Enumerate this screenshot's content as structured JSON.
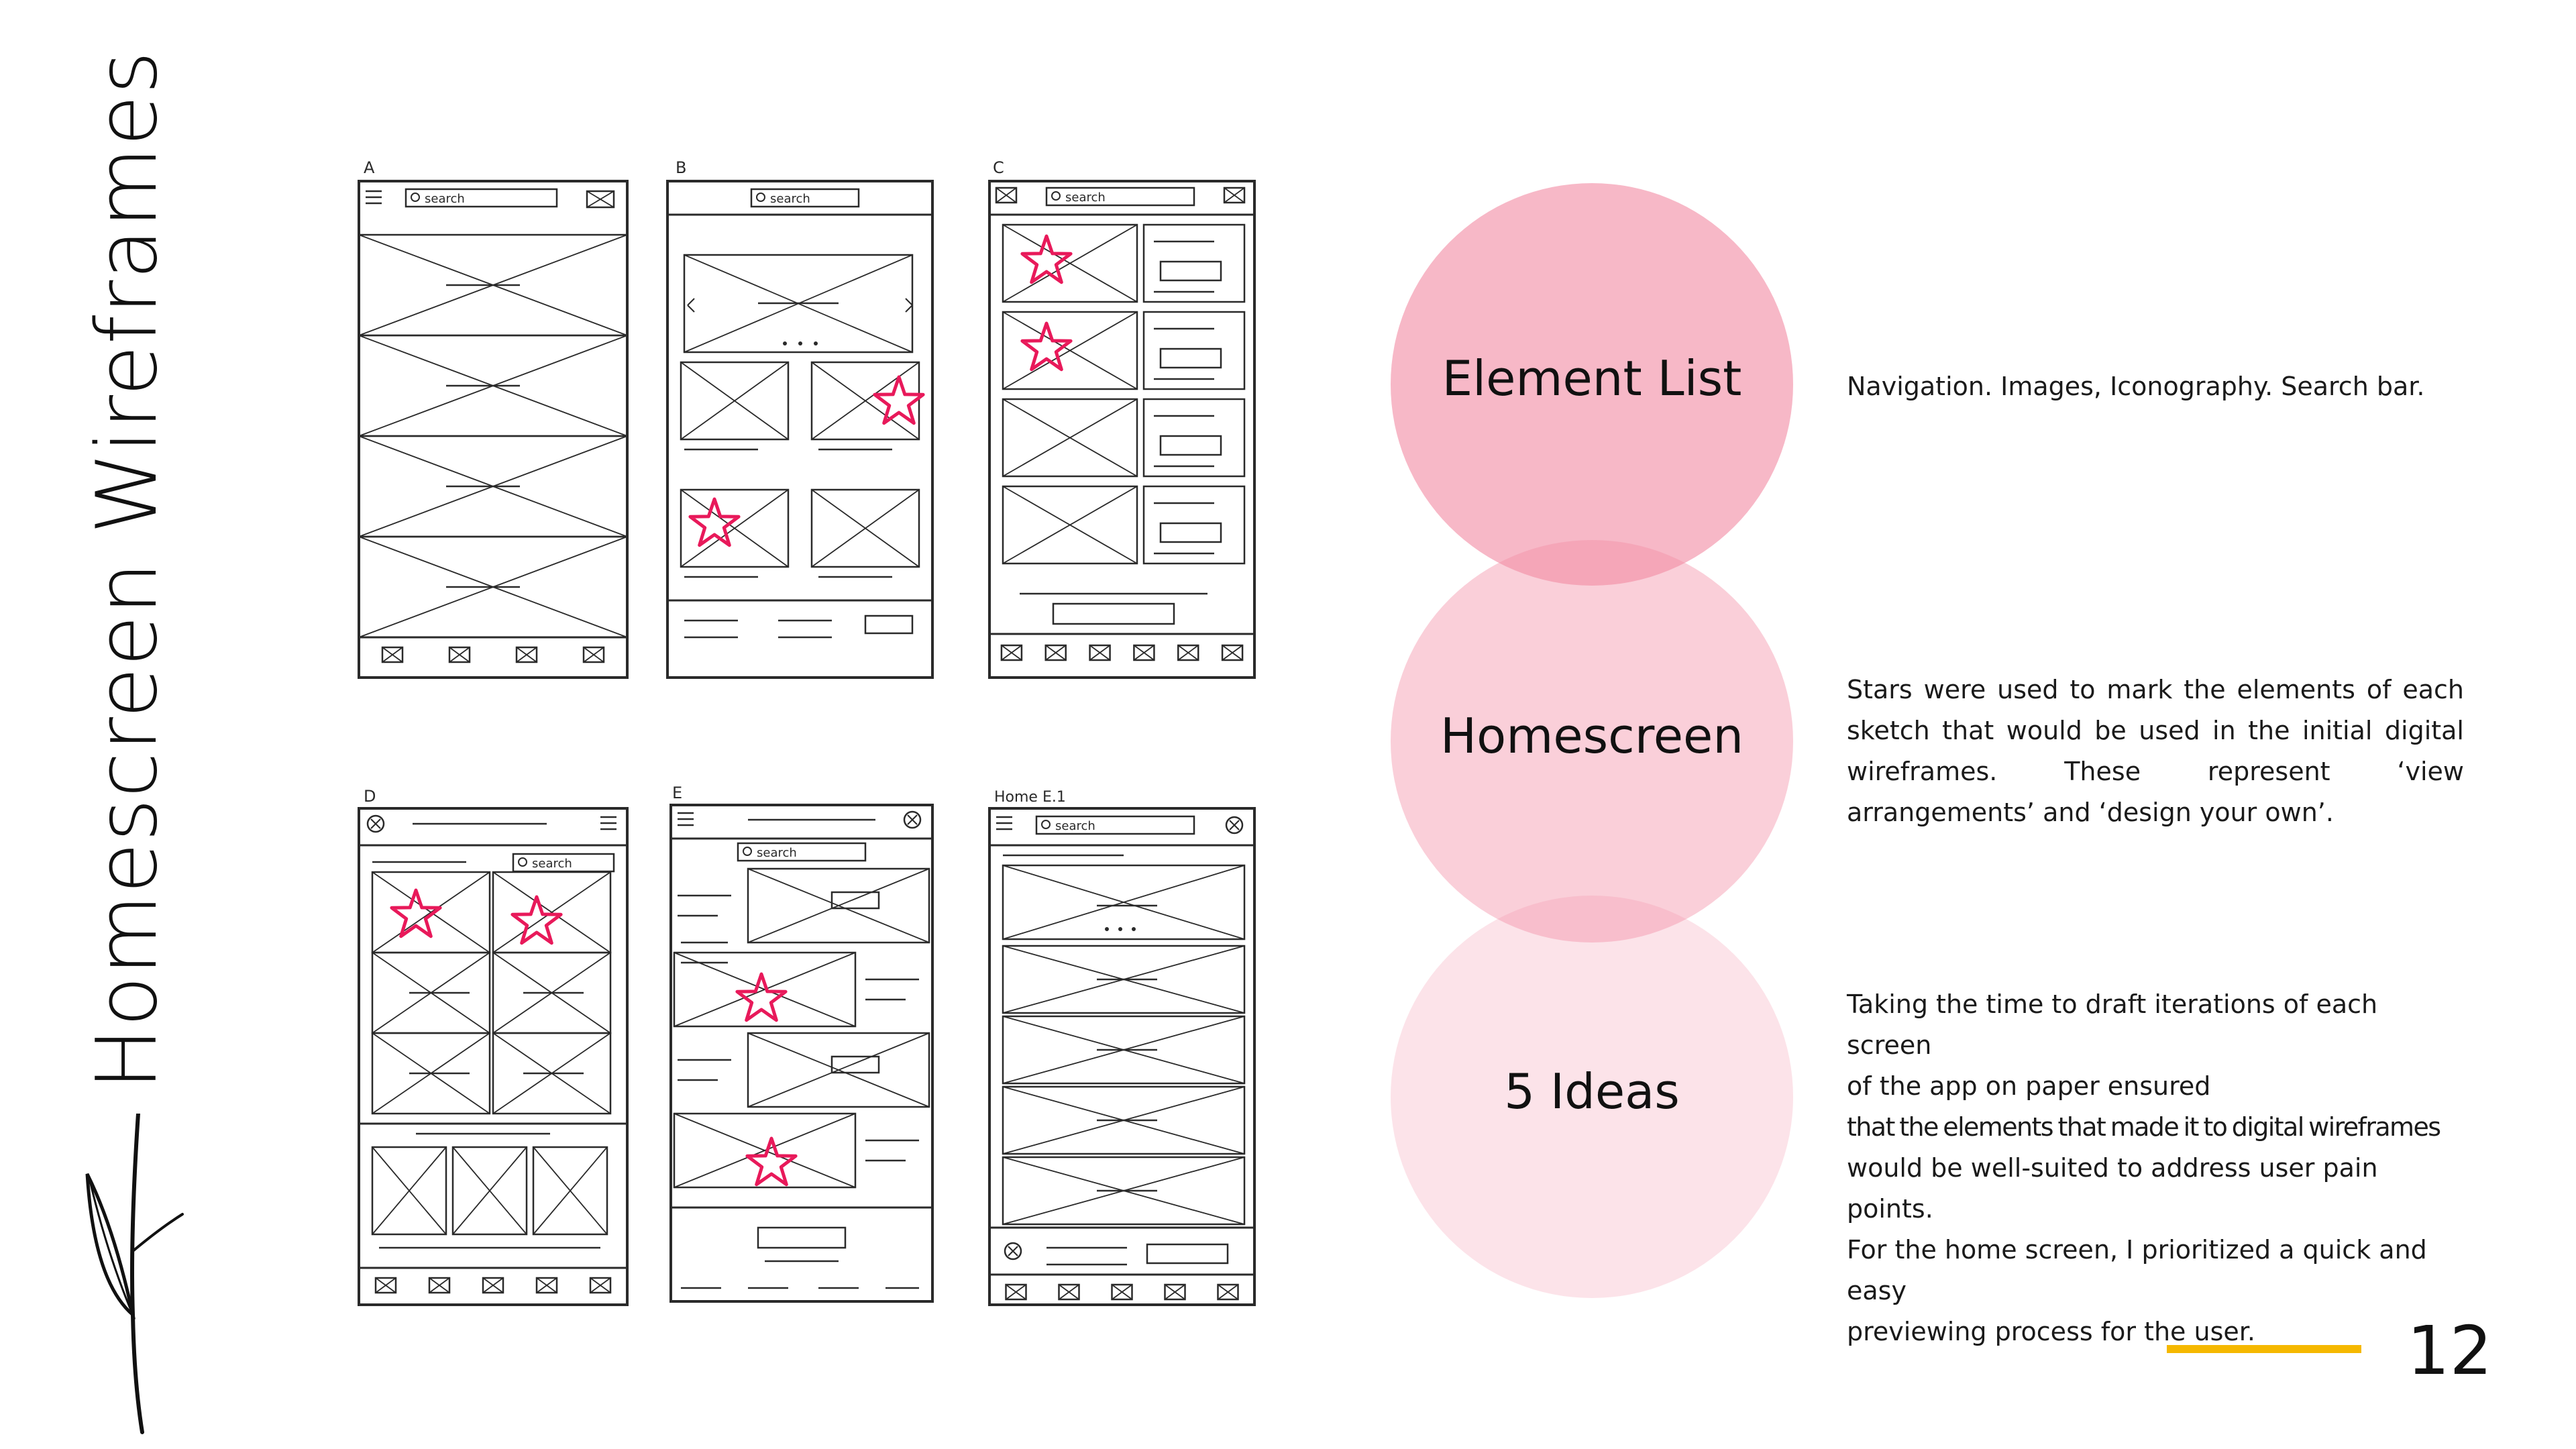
{
  "title": "Homescreen Wireframes",
  "sketch_labels": [
    "A",
    "B",
    "C",
    "D",
    "E",
    "Home E.1"
  ],
  "sketch_search_text": "search",
  "circles": [
    {
      "label": "Element List",
      "color": "#f28ca5"
    },
    {
      "label": "Homescreen",
      "color": "#f5a9bb"
    },
    {
      "label": "5 Ideas",
      "color": "#f9cfd9"
    }
  ],
  "descriptions": {
    "element_list": "Navigation. Images, Iconography. Search bar.",
    "homescreen": "Stars were used to mark the elements of each sketch that would be used in the initial digital wireframes. These represent ‘view arrangements’ and ‘design your own’.",
    "five_ideas_lines": [
      "Taking the time to draft iterations of each screen",
      "of the app on paper ensured",
      "that the elements that made it to digital wireframes",
      "would be well-suited to address user pain points.",
      "For the home screen, I prioritized a quick and easy",
      "previewing process for the user."
    ]
  },
  "page_number": "12",
  "accent_color": "#f5b800",
  "star_color": "#e8195a",
  "icons": [
    "leaf-sprig-icon",
    "hamburger-icon",
    "search-icon",
    "close-icon",
    "star-mark-icon",
    "image-placeholder-icon"
  ]
}
